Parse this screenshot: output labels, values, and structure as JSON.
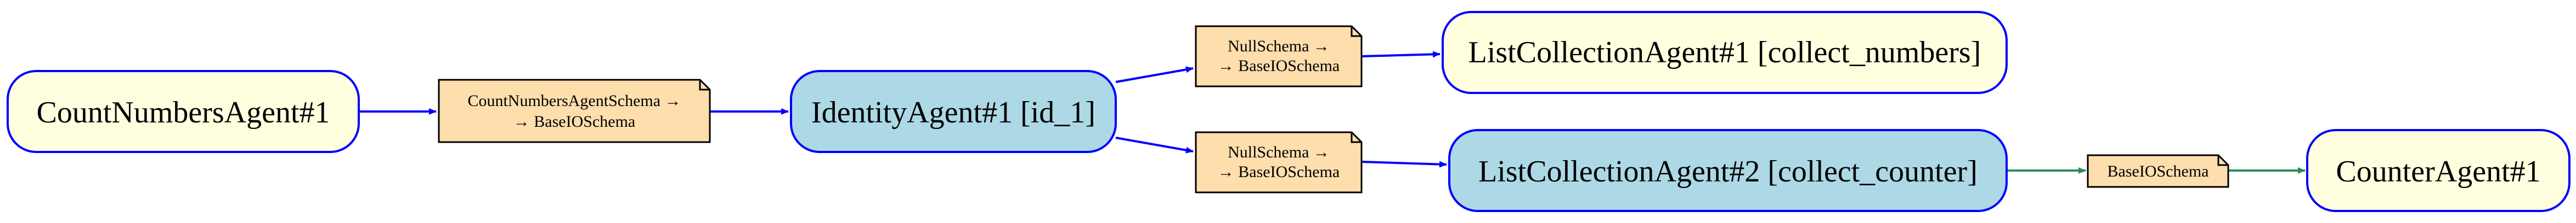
{
  "colors": {
    "agent_default_fill": "#ffffe0",
    "agent_highlight_fill": "#add8e6",
    "agent_stroke": "#0000ff",
    "schema_fill": "#ffdead",
    "schema_stroke": "#000000",
    "edge_blue": "#0000ff",
    "edge_green": "#2e8b57"
  },
  "nodes": {
    "count_numbers": {
      "label": "CountNumbersAgent#1"
    },
    "identity": {
      "label": "IdentityAgent#1 [id_1]"
    },
    "list_numbers": {
      "label": "ListCollectionAgent#1 [collect_numbers]"
    },
    "list_counter": {
      "label": "ListCollectionAgent#2 [collect_counter]"
    },
    "counter": {
      "label": "CounterAgent#1"
    }
  },
  "schemas": {
    "count_schema": {
      "line1": "CountNumbersAgentSchema →",
      "line2": "→ BaseIOSchema"
    },
    "null_schema_1": {
      "line1": "NullSchema →",
      "line2": "→ BaseIOSchema"
    },
    "null_schema_2": {
      "line1": "NullSchema →",
      "line2": "→ BaseIOSchema"
    },
    "base_schema": {
      "line1": "BaseIOSchema"
    }
  }
}
